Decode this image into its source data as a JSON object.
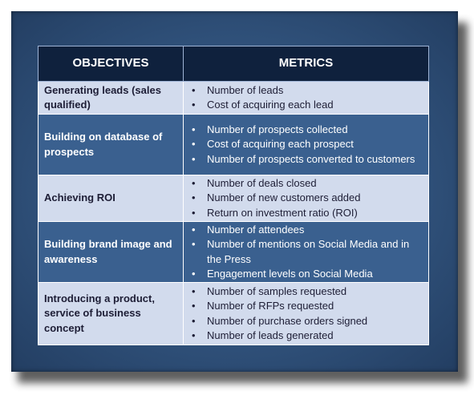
{
  "table": {
    "headers": {
      "objectives": "OBJECTIVES",
      "metrics": "METRICS"
    },
    "rows": [
      {
        "objective": "Generating leads (sales qualified)",
        "metrics": [
          "Number of leads",
          "Cost of acquiring each lead"
        ]
      },
      {
        "objective": "Building on database of prospects",
        "metrics": [
          "Number of prospects collected",
          "Cost of acquiring each prospect",
          "Number of prospects converted to customers"
        ]
      },
      {
        "objective": "Achieving ROI",
        "metrics": [
          "Number of deals closed",
          "Number of new customers added",
          "Return on investment ratio (ROI)"
        ]
      },
      {
        "objective": "Building brand image and awareness",
        "metrics": [
          "Number of attendees",
          "Number of mentions on Social Media and in the Press",
          "Engagement levels on Social Media"
        ]
      },
      {
        "objective": "Introducing a product, service of business concept",
        "metrics": [
          "Number of samples requested",
          "Number of RFPs requested",
          "Number of purchase orders signed",
          "Number of leads generated"
        ]
      }
    ]
  },
  "bullet_glyph": "•",
  "colors": {
    "panel": "#2f5079",
    "header": "#0f213d",
    "row_light": "#d2dbed",
    "row_dark": "#3a608f"
  }
}
